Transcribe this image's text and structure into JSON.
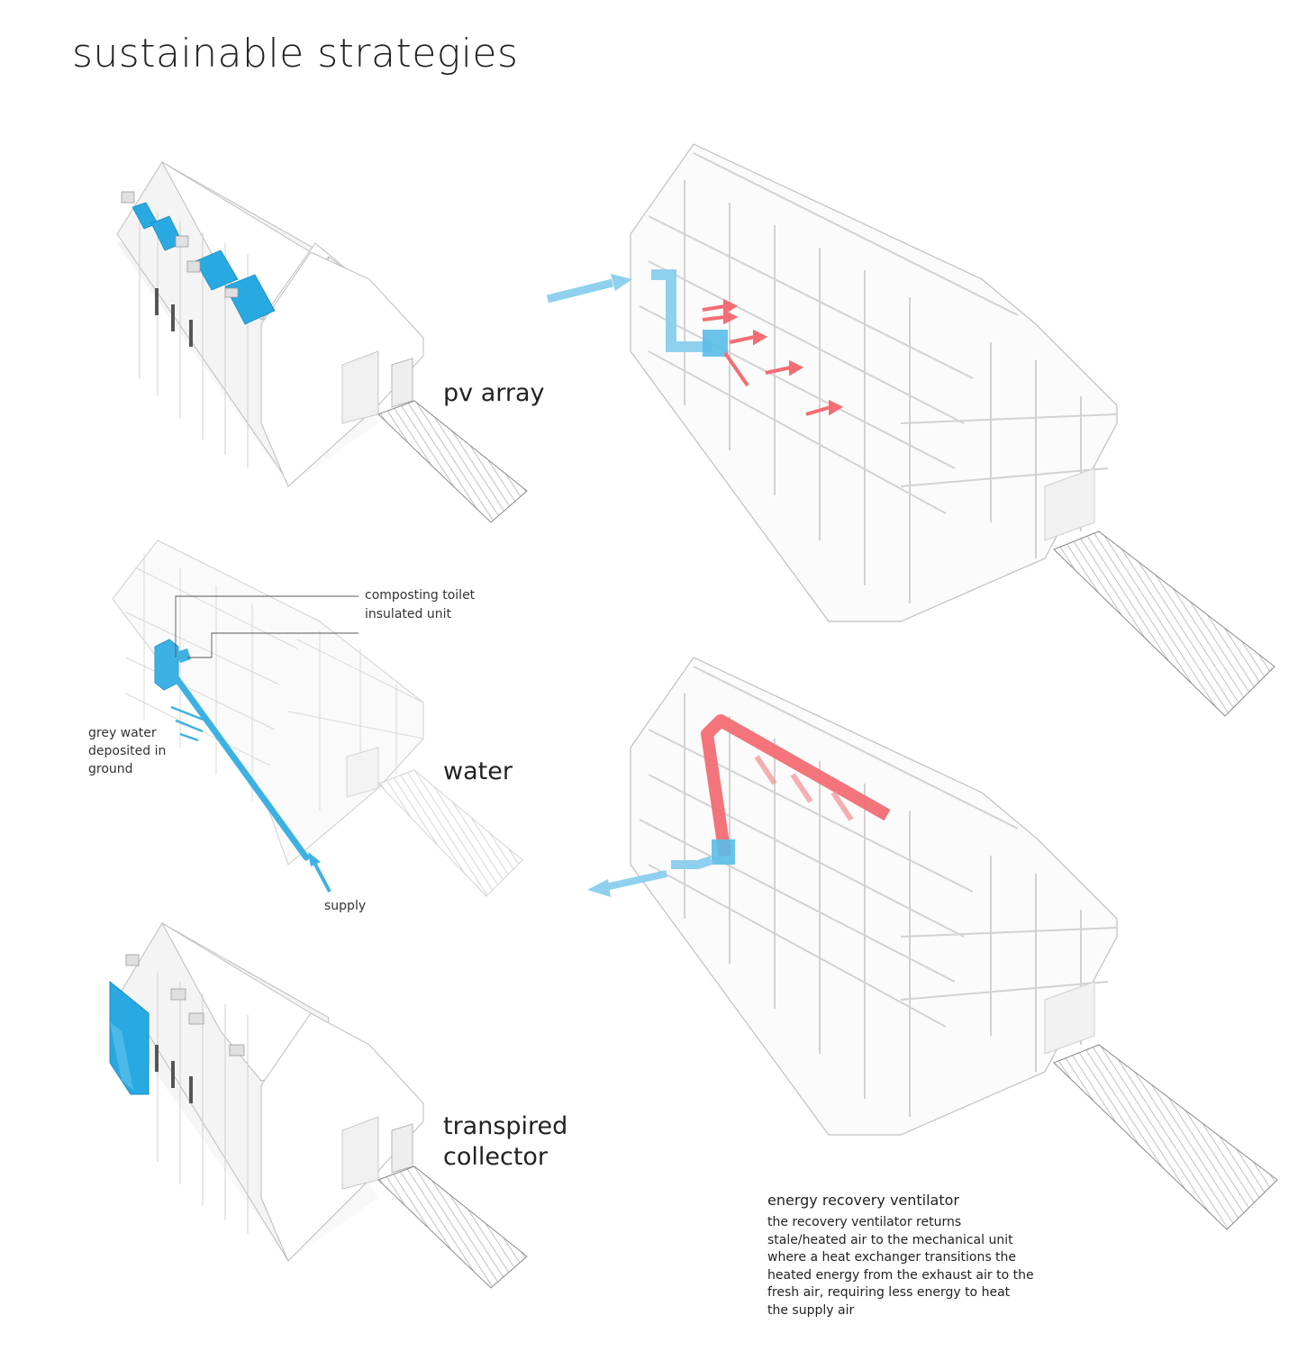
{
  "title": "sustainable strategies",
  "labels": {
    "pv_array": "pv array",
    "water": "water",
    "transpired_line1": "transpired",
    "transpired_line2": "collector"
  },
  "callouts": {
    "composting_line1": "composting toilet",
    "composting_line2": "insulated unit",
    "grey_line1": "grey water",
    "grey_line2": "deposited in",
    "grey_line3": "ground",
    "supply": "supply"
  },
  "erv": {
    "title": "energy recovery ventilator",
    "lines": [
      "the recovery ventilator returns",
      "stale/heated air to the mechanical unit",
      "where a heat exchanger transitions the",
      "heated energy from the exhaust air to the",
      "fresh air, requiring less energy to heat",
      "the supply air"
    ]
  },
  "colors": {
    "accent_blue": "#29a9e1",
    "light_blue": "#8fd0ef",
    "heat_red": "#f26d73",
    "line_gray": "#bcbcbc",
    "wall_white": "#ffffff"
  }
}
